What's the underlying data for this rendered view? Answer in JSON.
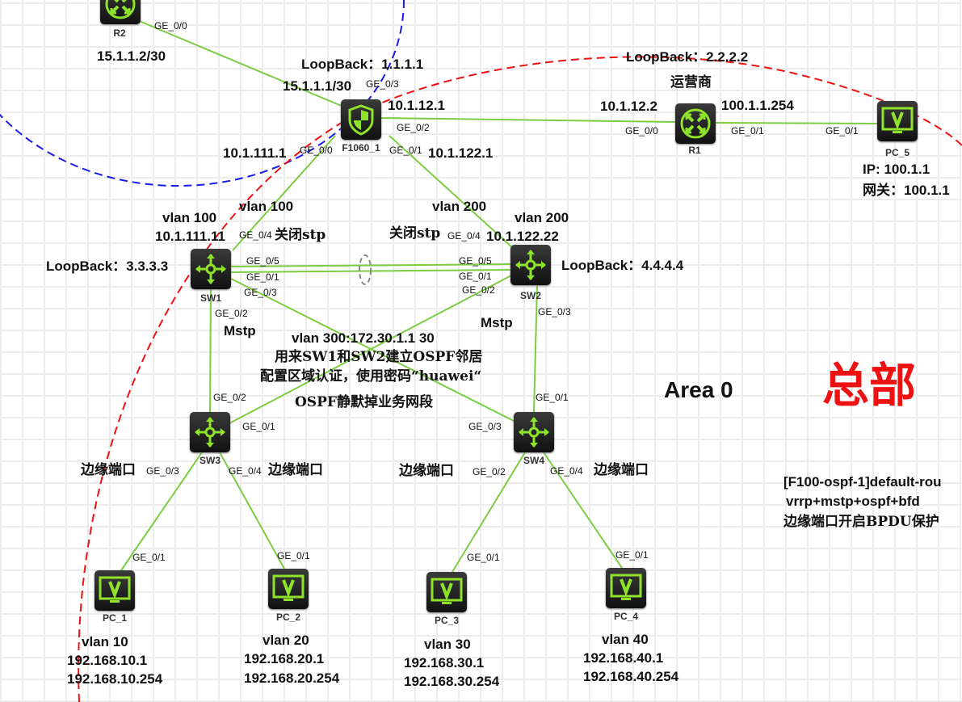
{
  "colors": {
    "link": "#7ccc44",
    "area_boundary": "#ee1111",
    "external_boundary": "#1a1aee",
    "device_icon": "#8fe32a"
  },
  "devices": [
    {
      "name": "R2",
      "type": "router"
    },
    {
      "name": "F1060_1",
      "type": "firewall"
    },
    {
      "name": "R1",
      "type": "router"
    },
    {
      "name": "PC_5",
      "type": "pc"
    },
    {
      "name": "SW1",
      "type": "switch"
    },
    {
      "name": "SW2",
      "type": "switch"
    },
    {
      "name": "SW3",
      "type": "switch"
    },
    {
      "name": "SW4",
      "type": "switch"
    },
    {
      "name": "PC_1",
      "type": "pc"
    },
    {
      "name": "PC_2",
      "type": "pc"
    },
    {
      "name": "PC_3",
      "type": "pc"
    },
    {
      "name": "PC_4",
      "type": "pc"
    }
  ],
  "labels": [
    "15.1.1.2/30",
    "GE_0/0",
    "LoopBack：1.1.1.1",
    "15.1.1.1/30",
    "GE_0/3",
    "10.1.12.1",
    "GE_0/2",
    "10.1.111.1",
    "GE_0/0",
    "GE_0/1",
    "10.1.122.1",
    "LoopBack：2.2.2.2",
    "运营商",
    "10.1.12.2",
    "100.1.1.254",
    "GE_0/0",
    "GE_0/1",
    "GE_0/1",
    "IP:      100.1.1",
    "网关：100.1.1",
    "vlan 100",
    "vlan 200",
    "vlan 100",
    "vlan 200",
    "10.1.111.11",
    "GE_0/4",
    "关闭stp",
    "关闭stp",
    "GE_0/4",
    "10.1.122.22",
    "LoopBack：3.3.3.3",
    "LoopBack：4.4.4.4",
    "GE_0/5",
    "GE_0/1",
    "GE_0/3",
    "GE_0/5",
    "GE_0/1",
    "GE_0/2",
    "GE_0/2",
    "GE_0/3",
    "Mstp",
    "Mstp",
    "vlan 300:172.30.1.1 30",
    "用来SW1和SW2建立OSPF邻居",
    "配置区域认证，使用密码“huawei“",
    "OSPF静默掉业务网段",
    "GE_0/2",
    "GE_0/1",
    "Area 0",
    "总部",
    "GE_0/1",
    "GE_0/3",
    "边缘端口",
    "GE_0/3",
    "GE_0/4",
    "边缘端口",
    "边缘端口",
    "GE_0/2",
    "GE_0/4",
    "边缘端口",
    "[F100-ospf-1]default-rou",
    "vrrp+mstp+ospf+bfd",
    "边缘端口开启BPDU保护",
    "GE_0/1",
    "GE_0/1",
    "GE_0/1",
    "GE_0/1",
    "vlan 10",
    "192.168.10.1",
    "192.168.10.254",
    "vlan 20",
    "192.168.20.1",
    "192.168.20.254",
    "vlan 30",
    "192.168.30.1",
    "192.168.30.254",
    "vlan 40",
    "192.168.40.1",
    "192.168.40.254"
  ]
}
